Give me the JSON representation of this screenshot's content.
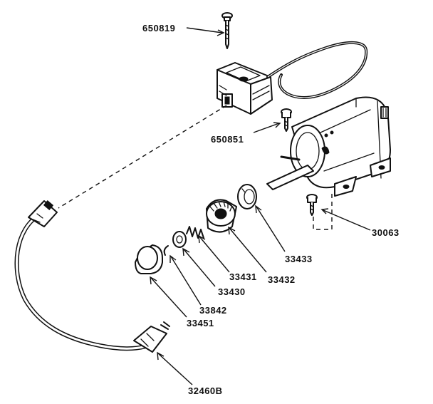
{
  "diagram": {
    "type": "exploded-parts-view",
    "parts": [
      {
        "id": "650819",
        "label": "650819"
      },
      {
        "id": "650851",
        "label": "650851"
      },
      {
        "id": "30063",
        "label": "30063"
      },
      {
        "id": "33433",
        "label": "33433"
      },
      {
        "id": "33431",
        "label": "33431"
      },
      {
        "id": "33432",
        "label": "33432"
      },
      {
        "id": "33430",
        "label": "33430"
      },
      {
        "id": "33842",
        "label": "33842"
      },
      {
        "id": "33451",
        "label": "33451"
      },
      {
        "id": "32460B",
        "label": "32460B"
      }
    ]
  }
}
